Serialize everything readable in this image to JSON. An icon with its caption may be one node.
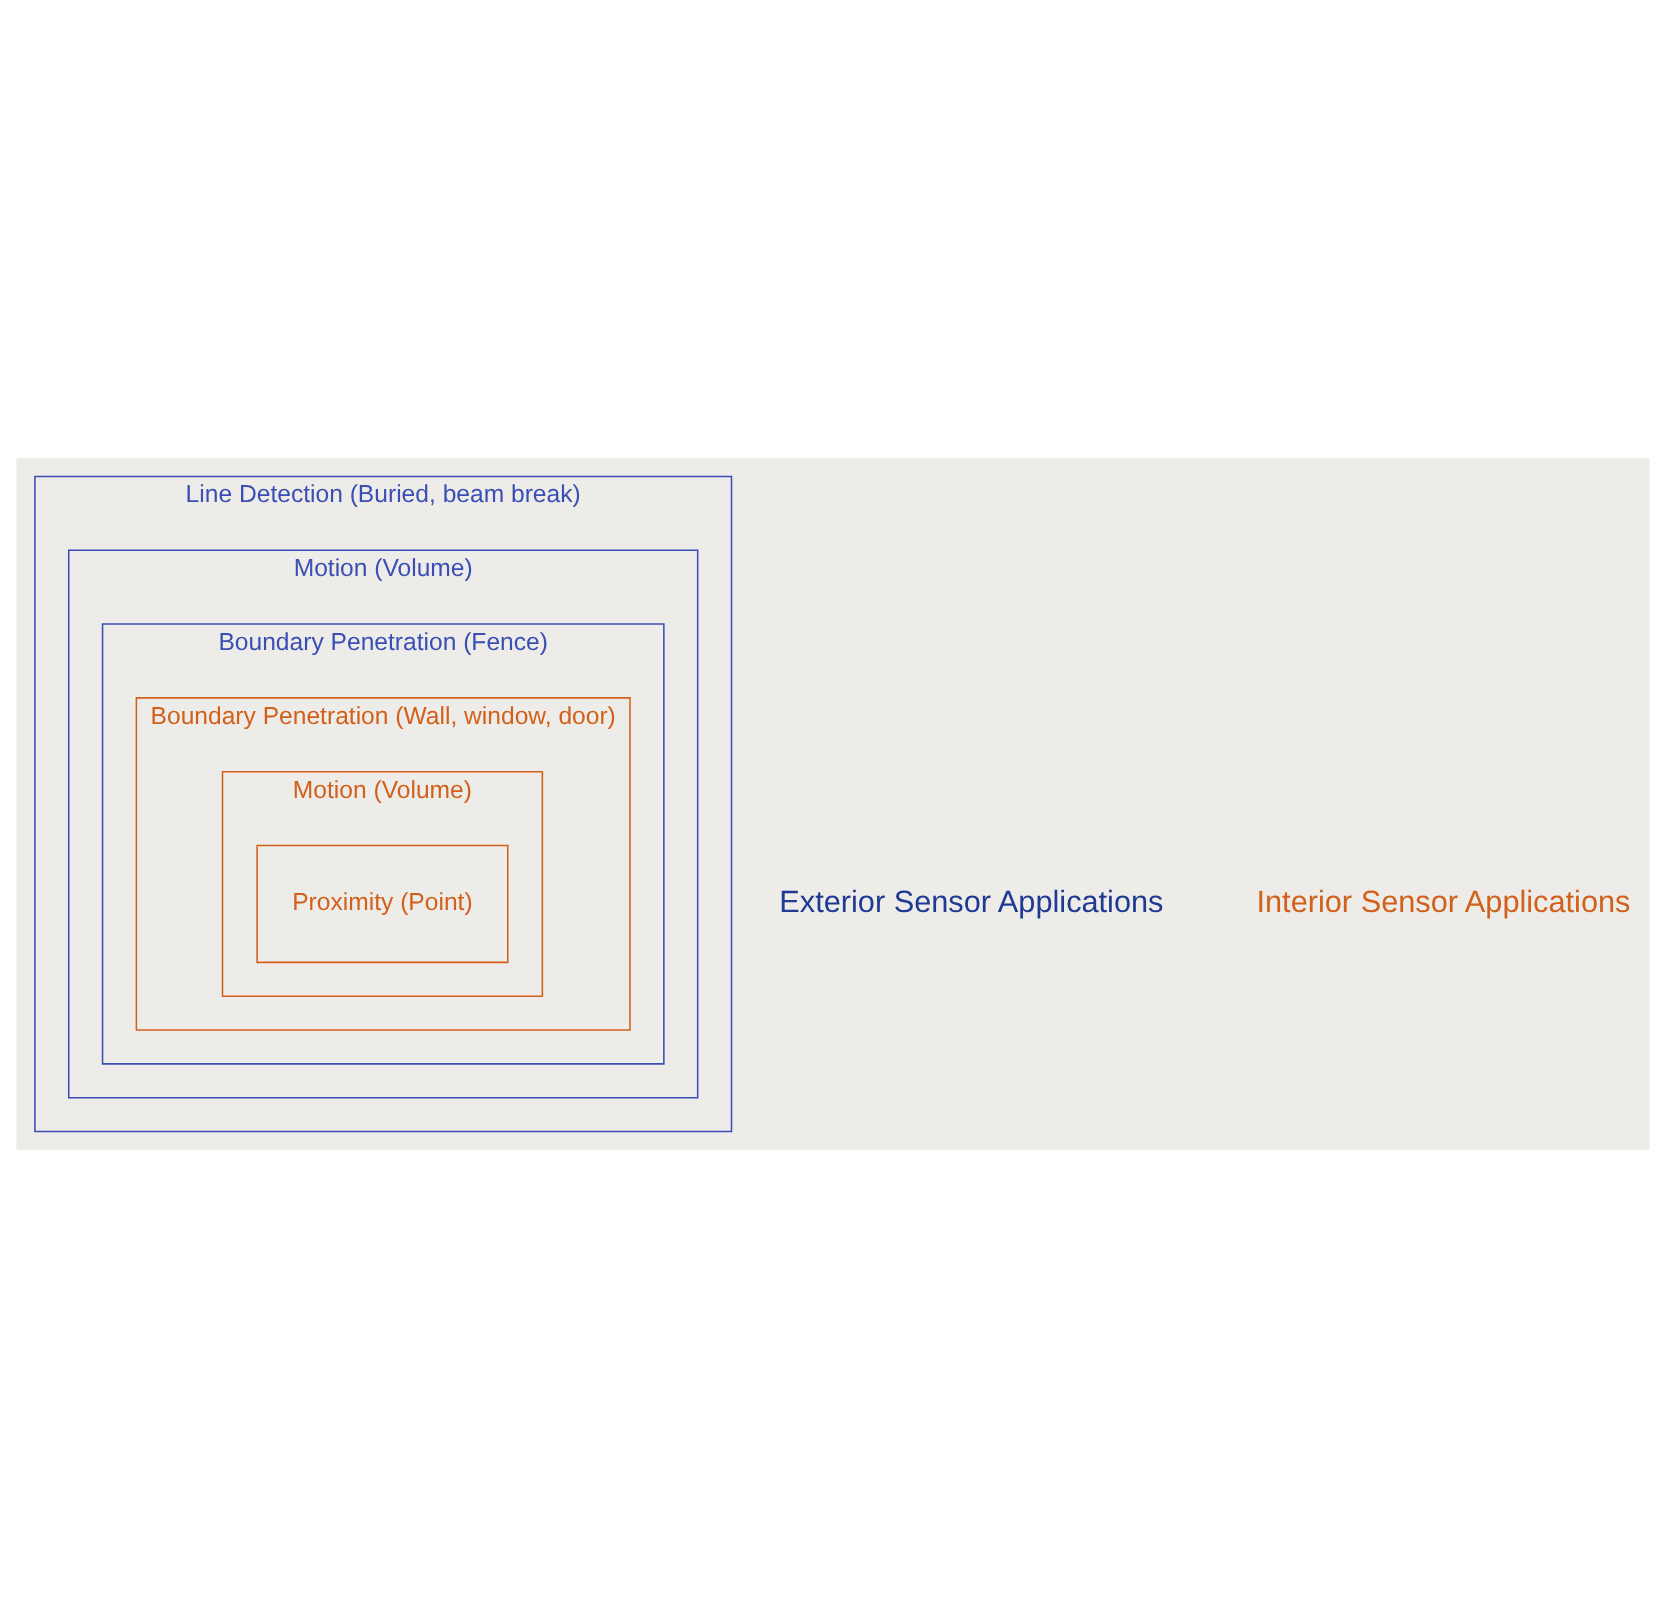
{
  "diagram": {
    "nodes": [
      {
        "text": [
          "Line Detection (Buried, beam break)"
        ]
      },
      {
        "text": [
          "Motion (Volume)"
        ],
        "in": 0
      },
      {
        "text": [
          "Boundary Penetration (Fence)"
        ],
        "in": 1
      },
      {
        "text": [
          "Boundary Penetration (Wall, window, door)"
        ],
        "in": 2
      },
      {
        "text": [
          "Motion (Volume)"
        ],
        "in": 3
      },
      {
        "text": [
          "Proximity (Point)"
        ],
        "in": 4
      }
    ],
    "edges": [],
    "legend": [
      {
        "text": "Exterior Sensor Applications",
        "color": "#1f3a93"
      },
      {
        "text": "Interior Sensor Applications",
        "color": "#d2601a"
      }
    ]
  }
}
